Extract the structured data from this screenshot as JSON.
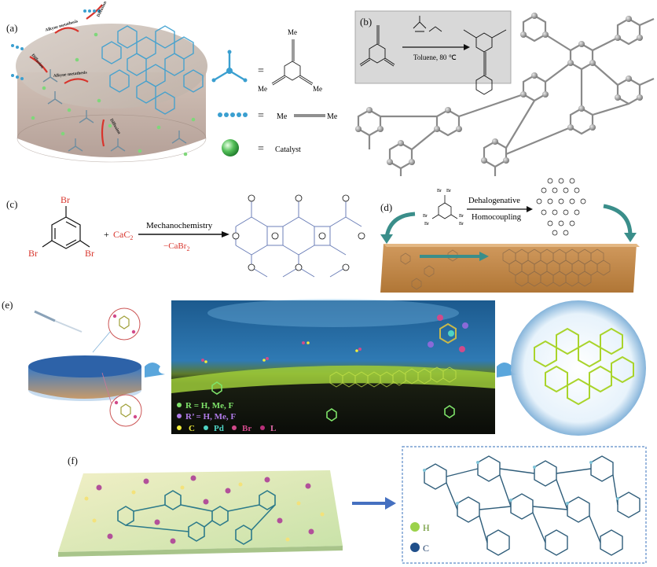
{
  "panels": {
    "a": {
      "label": "(a)",
      "arrow_labels": [
        "Alkyne metathesis",
        "Diffusion",
        "Diffusion",
        "Alkyne metathesis",
        "Diffusion"
      ],
      "legend": {
        "me_top": "Me",
        "me_left": "Me",
        "me_right": "Me",
        "eq1": "=",
        "eq2": "=",
        "eq3": "=",
        "diyne_left": "Me",
        "diyne_right": "Me",
        "catalyst": "Catalyst"
      }
    },
    "b": {
      "label": "(b)",
      "condition": "Toluene, 80 ℃"
    },
    "c": {
      "label": "(c)",
      "br_top": "Br",
      "br_left": "Br",
      "br_right": "Br",
      "plus": "+",
      "reagent": "CaC",
      "reagent_sub": "2",
      "arrow_top": "Mechanochemistry",
      "arrow_bottom": "−CaBr",
      "arrow_bottom_sub": "2"
    },
    "d": {
      "label": "(d)",
      "arrow_top": "Dehalogenative",
      "arrow_bottom": "Homocoupling",
      "br_labels": [
        "Br",
        "Br",
        "Br",
        "Br",
        "Br",
        "Br"
      ]
    },
    "e": {
      "label": "(e)",
      "legend": [
        {
          "symbol": "R = H, Me, F",
          "color": "#7fe36a"
        },
        {
          "symbol": "R’ = H, Me, F",
          "color": "#b07be8"
        }
      ],
      "atoms": [
        {
          "name": "C",
          "color": "#f2ee3a"
        },
        {
          "name": "Pd",
          "color": "#4fd3c4"
        },
        {
          "name": "Br",
          "color": "#d14a8a"
        },
        {
          "name": "L",
          "color": "#b9307a"
        }
      ]
    },
    "f": {
      "label": "(f)",
      "legend": [
        {
          "name": "H",
          "color": "#9bd24a"
        },
        {
          "name": "C",
          "color": "#1f4f8a"
        }
      ]
    }
  }
}
